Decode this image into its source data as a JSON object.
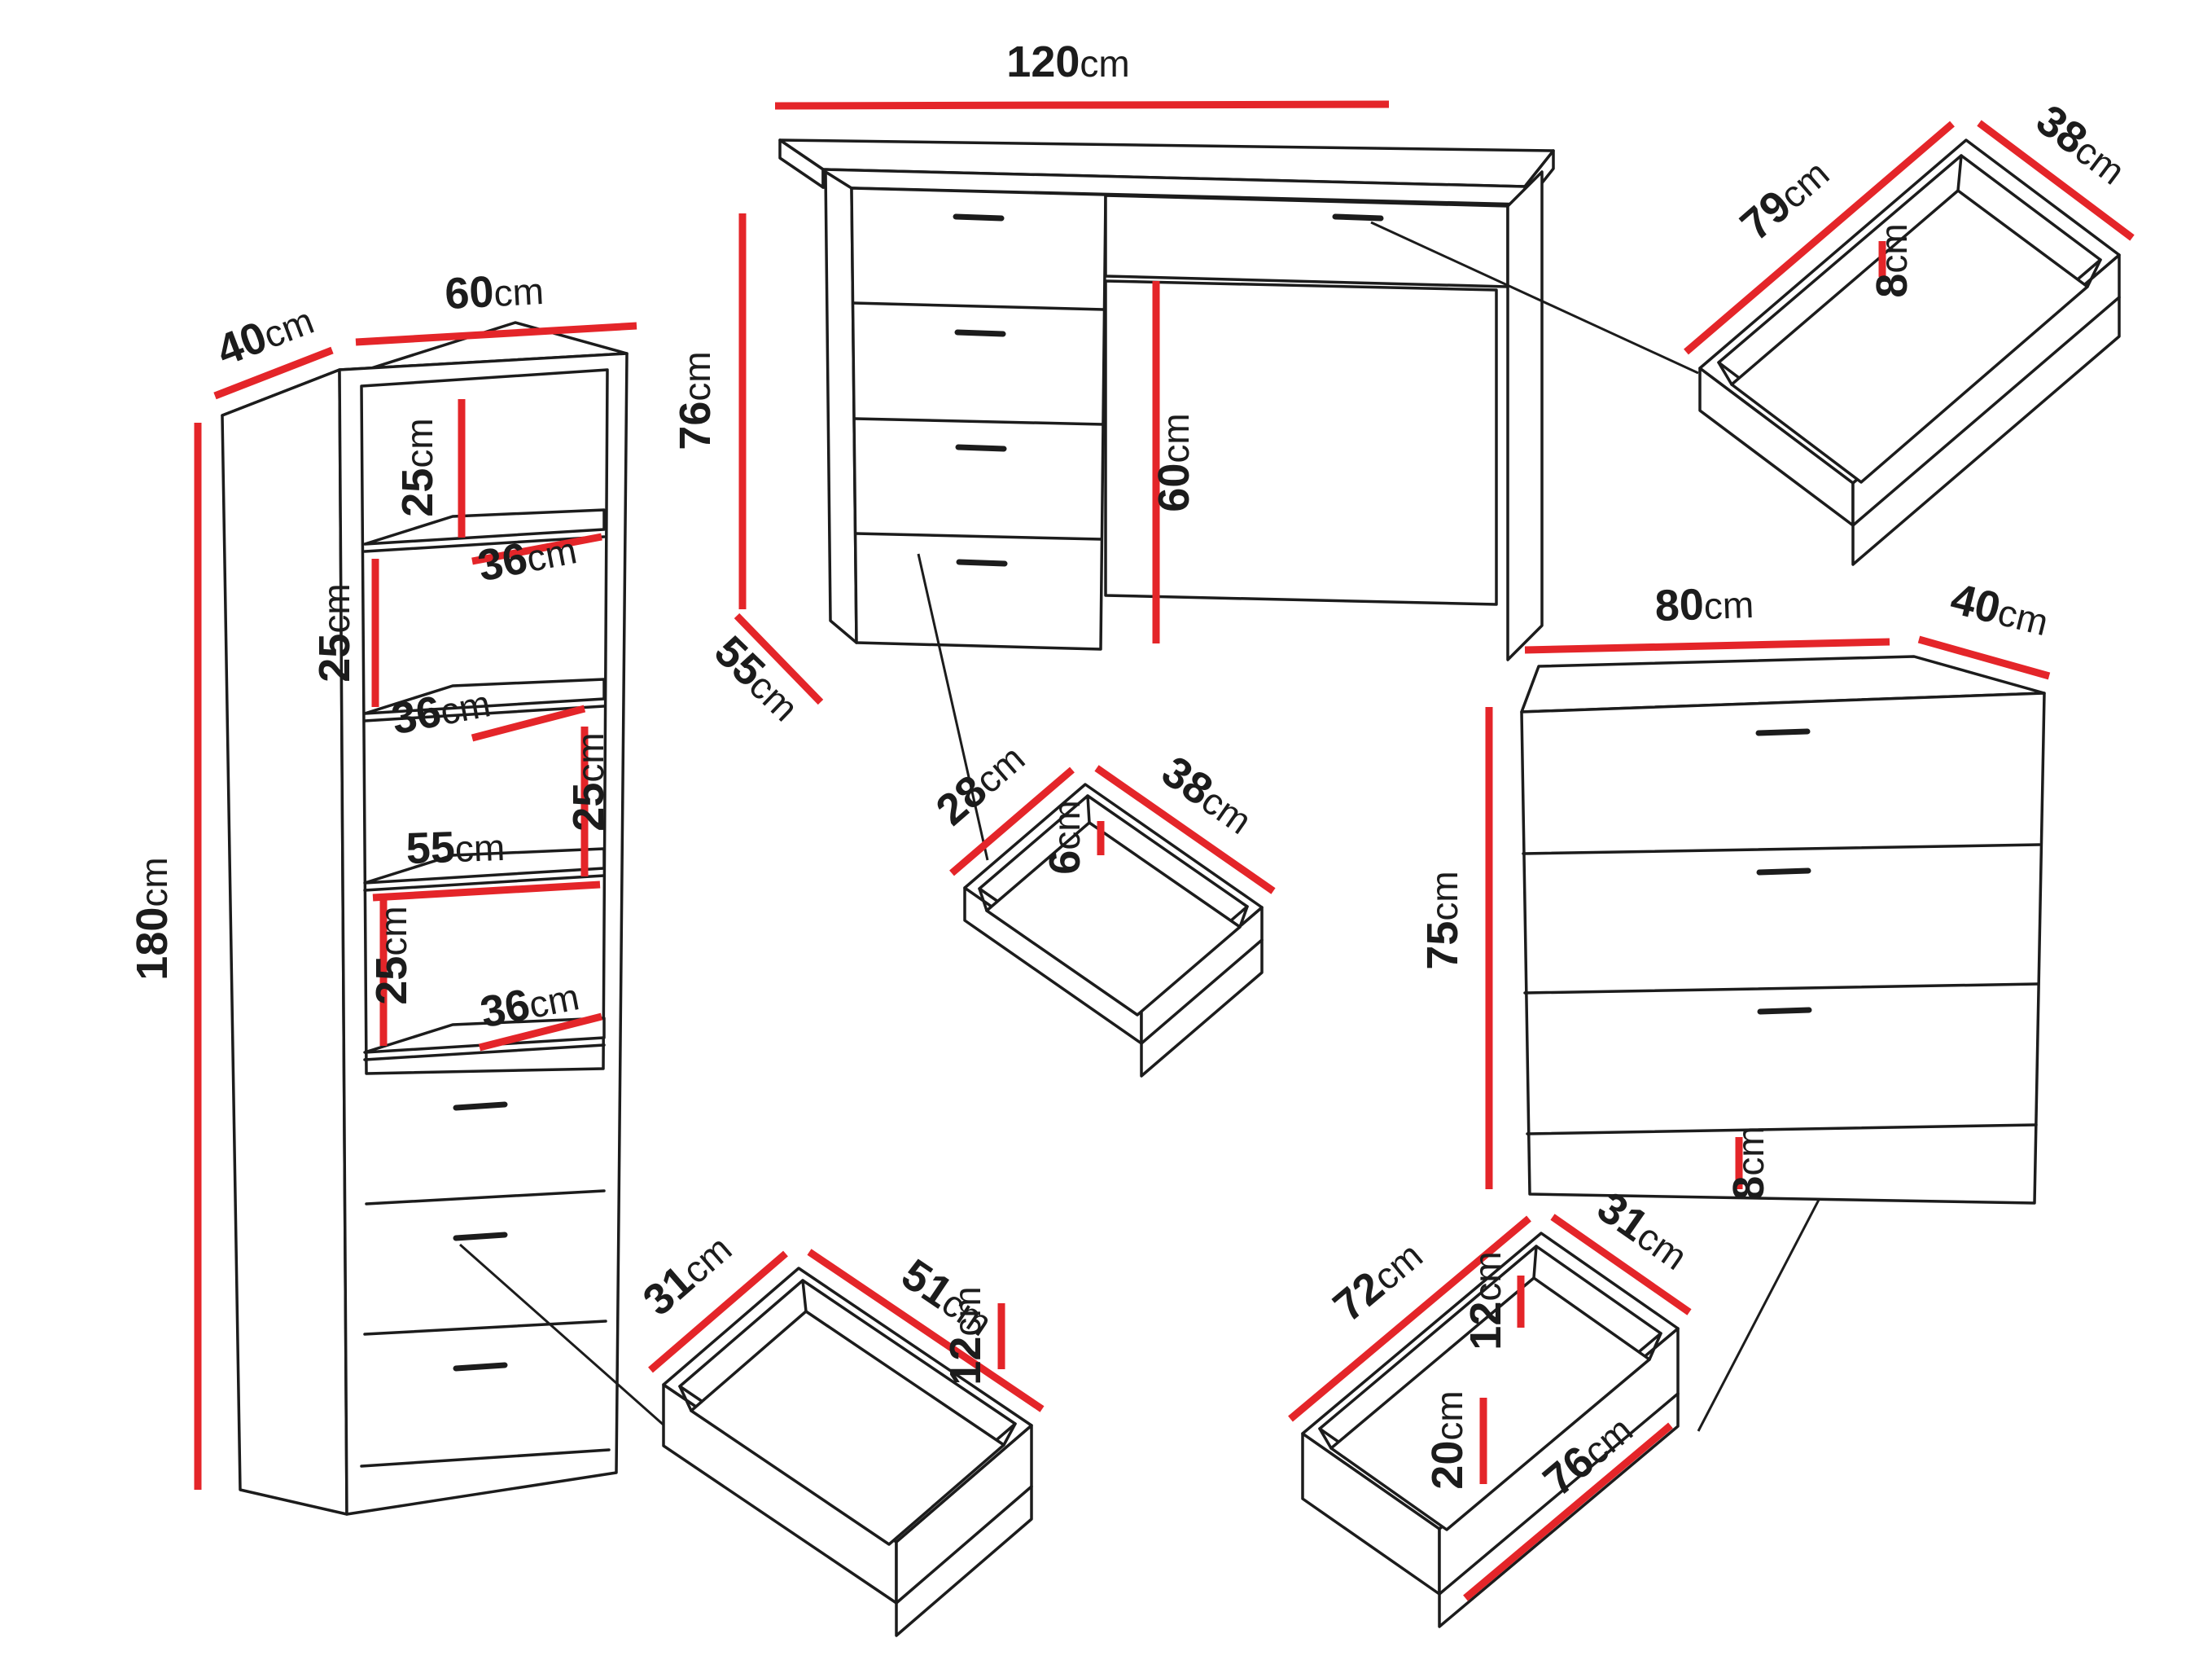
{
  "colors": {
    "dimension_red": "#e42529",
    "outline_black": "#1c1c1c",
    "background": "#ffffff"
  },
  "unit": "cm",
  "dims": {
    "bookcase": {
      "depth": {
        "v": "40",
        "u": "cm"
      },
      "width": {
        "v": "60",
        "u": "cm"
      },
      "height": {
        "v": "180",
        "u": "cm"
      },
      "gap_top": {
        "v": "25",
        "u": "cm"
      },
      "shelf_depth_1": {
        "v": "36",
        "u": "cm"
      },
      "gap_2": {
        "v": "25",
        "u": "cm"
      },
      "shelf_depth_2": {
        "v": "36",
        "u": "cm"
      },
      "gap_3": {
        "v": "25",
        "u": "cm"
      },
      "inner_width": {
        "v": "55",
        "u": "cm"
      },
      "gap_4": {
        "v": "25",
        "u": "cm"
      },
      "shelf_depth_3": {
        "v": "36",
        "u": "cm"
      }
    },
    "desk": {
      "width": {
        "v": "120",
        "u": "cm"
      },
      "height": {
        "v": "76",
        "u": "cm"
      },
      "depth": {
        "v": "55",
        "u": "cm"
      },
      "leg_opening": {
        "v": "60",
        "u": "cm"
      }
    },
    "desk_drawer": {
      "width": {
        "v": "79",
        "u": "cm"
      },
      "depth": {
        "v": "38",
        "u": "cm"
      },
      "inner_height": {
        "v": "8",
        "u": "cm"
      }
    },
    "pedestal_drawer": {
      "width": {
        "v": "28",
        "u": "cm"
      },
      "depth": {
        "v": "38",
        "u": "cm"
      },
      "inner_height": {
        "v": "6",
        "u": "cm"
      }
    },
    "chest": {
      "width": {
        "v": "80",
        "u": "cm"
      },
      "depth": {
        "v": "40",
        "u": "cm"
      },
      "height": {
        "v": "75",
        "u": "cm"
      },
      "plinth_height": {
        "v": "8",
        "u": "cm"
      }
    },
    "bookcase_drawer": {
      "width": {
        "v": "31",
        "u": "cm"
      },
      "depth": {
        "v": "51",
        "u": "cm"
      },
      "inner_height": {
        "v": "12",
        "u": "cm"
      }
    },
    "chest_drawer": {
      "width": {
        "v": "72",
        "u": "cm"
      },
      "depth": {
        "v": "31",
        "u": "cm"
      },
      "inner_height": {
        "v": "12",
        "u": "cm"
      },
      "front_height": {
        "v": "20",
        "u": "cm"
      },
      "bottom_width": {
        "v": "76",
        "u": "cm"
      }
    }
  }
}
